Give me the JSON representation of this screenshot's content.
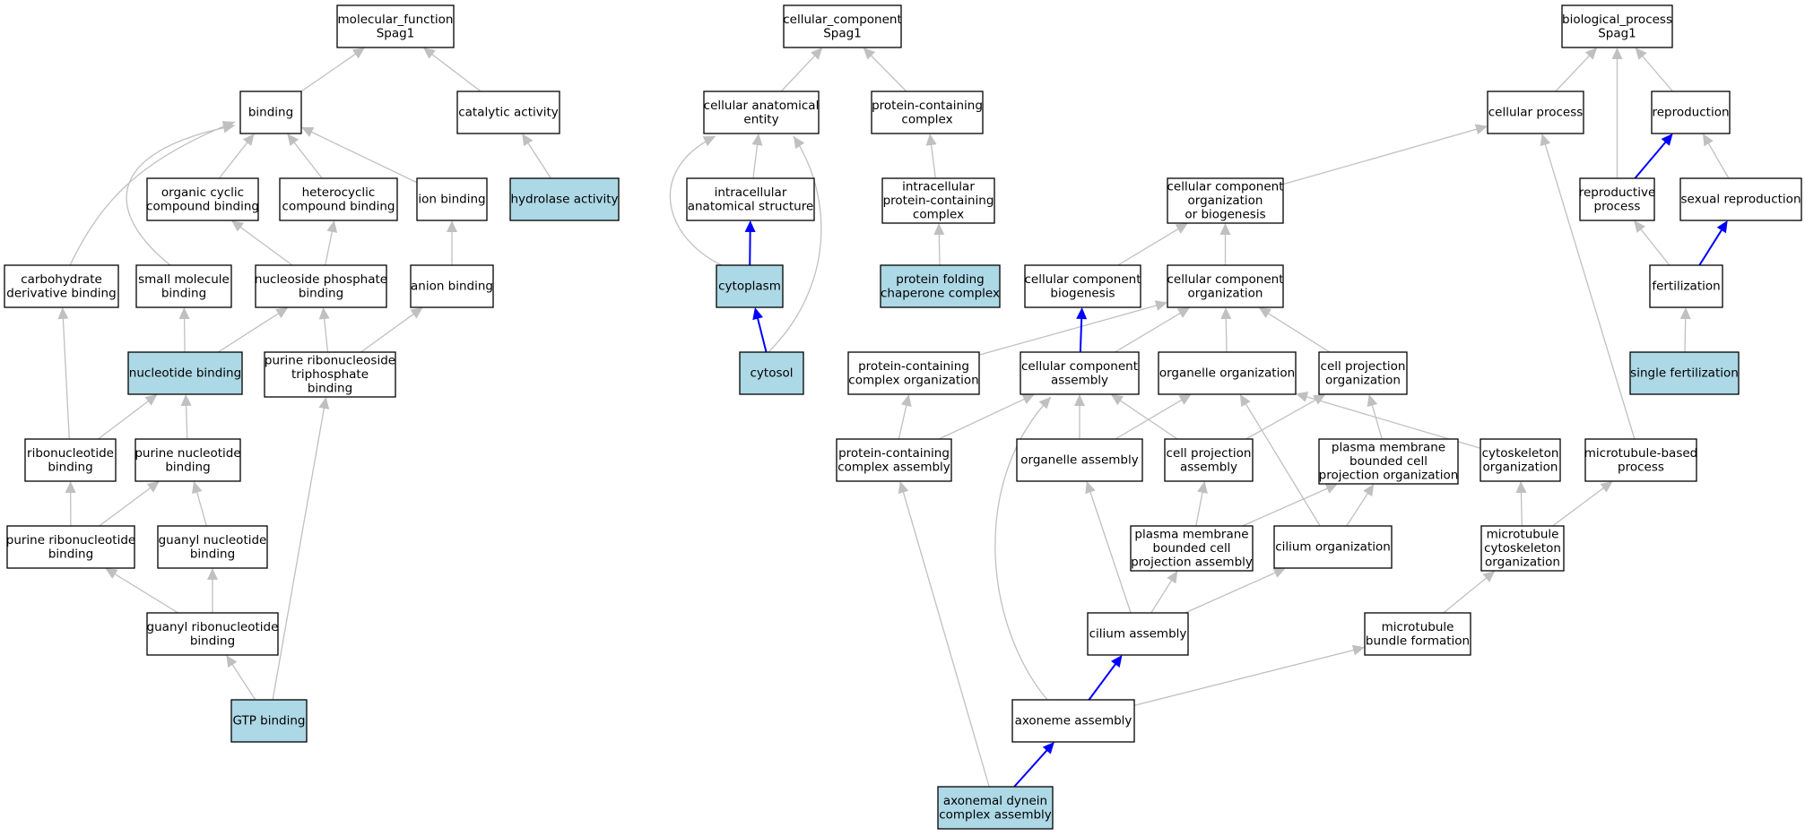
{
  "colors": {
    "highlight_fill": "#add8e6",
    "node_fill": "#ffffff",
    "edge_default": "#c0c0c0",
    "edge_direct": "#0000ff"
  },
  "nodes": [
    {
      "id": "mf",
      "lines": [
        "molecular_function",
        "Spag1"
      ]
    },
    {
      "id": "binding",
      "lines": [
        "binding"
      ]
    },
    {
      "id": "catalytic",
      "lines": [
        "catalytic activity"
      ]
    },
    {
      "id": "ocyclic",
      "lines": [
        "organic cyclic",
        "compound binding"
      ]
    },
    {
      "id": "hetero",
      "lines": [
        "heterocyclic",
        "compound binding"
      ]
    },
    {
      "id": "ion",
      "lines": [
        "ion binding"
      ]
    },
    {
      "id": "hydrolase",
      "lines": [
        "hydrolase activity"
      ],
      "highlight": true
    },
    {
      "id": "carb",
      "lines": [
        "carbohydrate",
        "derivative binding"
      ]
    },
    {
      "id": "smallmol",
      "lines": [
        "small molecule",
        "binding"
      ]
    },
    {
      "id": "nucphos",
      "lines": [
        "nucleoside phosphate",
        "binding"
      ]
    },
    {
      "id": "anion",
      "lines": [
        "anion binding"
      ]
    },
    {
      "id": "nucleotide",
      "lines": [
        "nucleotide binding"
      ],
      "highlight": true
    },
    {
      "id": "prntp",
      "lines": [
        "purine ribonucleoside",
        "triphosphate",
        "binding"
      ]
    },
    {
      "id": "ribonuc",
      "lines": [
        "ribonucleotide",
        "binding"
      ]
    },
    {
      "id": "purnuc",
      "lines": [
        "purine nucleotide",
        "binding"
      ]
    },
    {
      "id": "purribo",
      "lines": [
        "purine ribonucleotide",
        "binding"
      ]
    },
    {
      "id": "guanyl",
      "lines": [
        "guanyl nucleotide",
        "binding"
      ]
    },
    {
      "id": "guanylribo",
      "lines": [
        "guanyl ribonucleotide",
        "binding"
      ]
    },
    {
      "id": "gtp",
      "lines": [
        "GTP binding"
      ],
      "highlight": true
    },
    {
      "id": "cc",
      "lines": [
        "cellular_component",
        "Spag1"
      ]
    },
    {
      "id": "cae",
      "lines": [
        "cellular anatomical",
        "entity"
      ]
    },
    {
      "id": "pcc",
      "lines": [
        "protein-containing",
        "complex"
      ]
    },
    {
      "id": "ias",
      "lines": [
        "intracellular",
        "anatomical structure"
      ]
    },
    {
      "id": "ipcc",
      "lines": [
        "intracellular",
        "protein-containing",
        "complex"
      ]
    },
    {
      "id": "cytoplasm",
      "lines": [
        "cytoplasm"
      ],
      "highlight": true
    },
    {
      "id": "pfcc",
      "lines": [
        "protein folding",
        "chaperone complex"
      ],
      "highlight": true
    },
    {
      "id": "cytosol",
      "lines": [
        "cytosol"
      ],
      "highlight": true
    },
    {
      "id": "bp",
      "lines": [
        "biological_process",
        "Spag1"
      ]
    },
    {
      "id": "cellproc",
      "lines": [
        "cellular process"
      ]
    },
    {
      "id": "repro",
      "lines": [
        "reproduction"
      ]
    },
    {
      "id": "ccob",
      "lines": [
        "cellular component",
        "organization",
        "or biogenesis"
      ]
    },
    {
      "id": "reproproc",
      "lines": [
        "reproductive",
        "process"
      ]
    },
    {
      "id": "sexrepro",
      "lines": [
        "sexual reproduction"
      ]
    },
    {
      "id": "ccbio",
      "lines": [
        "cellular component",
        "biogenesis"
      ]
    },
    {
      "id": "ccorg",
      "lines": [
        "cellular component",
        "organization"
      ]
    },
    {
      "id": "fert",
      "lines": [
        "fertilization"
      ]
    },
    {
      "id": "pcco",
      "lines": [
        "protein-containing",
        "complex organization"
      ]
    },
    {
      "id": "cca",
      "lines": [
        "cellular component",
        "assembly"
      ]
    },
    {
      "id": "orgorg",
      "lines": [
        "organelle organization"
      ]
    },
    {
      "id": "cpo",
      "lines": [
        "cell projection",
        "organization"
      ]
    },
    {
      "id": "singlefert",
      "lines": [
        "single fertilization"
      ],
      "highlight": true
    },
    {
      "id": "pcca",
      "lines": [
        "protein-containing",
        "complex assembly"
      ]
    },
    {
      "id": "orgasm",
      "lines": [
        "organelle assembly"
      ]
    },
    {
      "id": "cpa",
      "lines": [
        "cell projection",
        "assembly"
      ]
    },
    {
      "id": "pmbcpo",
      "lines": [
        "plasma membrane",
        "bounded cell",
        "projection organization"
      ]
    },
    {
      "id": "cytoorg",
      "lines": [
        "cytoskeleton",
        "organization"
      ]
    },
    {
      "id": "mtbp",
      "lines": [
        "microtubule-based",
        "process"
      ]
    },
    {
      "id": "pmbcpa",
      "lines": [
        "plasma membrane",
        "bounded cell",
        "projection assembly"
      ]
    },
    {
      "id": "ciliumorg",
      "lines": [
        "cilium organization"
      ]
    },
    {
      "id": "mtco",
      "lines": [
        "microtubule",
        "cytoskeleton",
        "organization"
      ]
    },
    {
      "id": "ciliumasm",
      "lines": [
        "cilium assembly"
      ]
    },
    {
      "id": "mtbf",
      "lines": [
        "microtubule",
        "bundle formation"
      ]
    },
    {
      "id": "axoneme",
      "lines": [
        "axoneme assembly"
      ]
    },
    {
      "id": "adca",
      "lines": [
        "axonemal dynein",
        "complex assembly"
      ],
      "highlight": true
    }
  ],
  "edges": [
    {
      "from": "binding",
      "to": "mf"
    },
    {
      "from": "catalytic",
      "to": "mf"
    },
    {
      "from": "ocyclic",
      "to": "binding"
    },
    {
      "from": "hetero",
      "to": "binding"
    },
    {
      "from": "ion",
      "to": "binding"
    },
    {
      "from": "carb",
      "to": "binding"
    },
    {
      "from": "smallmol",
      "to": "binding"
    },
    {
      "from": "hydrolase",
      "to": "catalytic"
    },
    {
      "from": "nucphos",
      "to": "ocyclic"
    },
    {
      "from": "nucphos",
      "to": "hetero"
    },
    {
      "from": "anion",
      "to": "ion"
    },
    {
      "from": "nucleotide",
      "to": "smallmol"
    },
    {
      "from": "nucleotide",
      "to": "nucphos"
    },
    {
      "from": "prntp",
      "to": "nucphos"
    },
    {
      "from": "prntp",
      "to": "anion"
    },
    {
      "from": "ribonuc",
      "to": "carb"
    },
    {
      "from": "ribonuc",
      "to": "nucleotide"
    },
    {
      "from": "purnuc",
      "to": "nucleotide"
    },
    {
      "from": "purribo",
      "to": "ribonuc"
    },
    {
      "from": "purribo",
      "to": "purnuc"
    },
    {
      "from": "guanyl",
      "to": "purnuc"
    },
    {
      "from": "guanylribo",
      "to": "purribo"
    },
    {
      "from": "guanylribo",
      "to": "guanyl"
    },
    {
      "from": "gtp",
      "to": "guanylribo"
    },
    {
      "from": "gtp",
      "to": "prntp"
    },
    {
      "from": "cae",
      "to": "cc"
    },
    {
      "from": "pcc",
      "to": "cc"
    },
    {
      "from": "ias",
      "to": "cae"
    },
    {
      "from": "ipcc",
      "to": "pcc"
    },
    {
      "from": "cytoplasm",
      "to": "ias",
      "direct": true
    },
    {
      "from": "cytoplasm",
      "to": "cae"
    },
    {
      "from": "pfcc",
      "to": "ipcc"
    },
    {
      "from": "cytosol",
      "to": "cytoplasm",
      "direct": true
    },
    {
      "from": "cytosol",
      "to": "cae"
    },
    {
      "from": "cellproc",
      "to": "bp"
    },
    {
      "from": "repro",
      "to": "bp"
    },
    {
      "from": "reproproc",
      "to": "bp"
    },
    {
      "from": "reproproc",
      "to": "repro",
      "direct": true
    },
    {
      "from": "sexrepro",
      "to": "repro"
    },
    {
      "from": "ccob",
      "to": "cellproc"
    },
    {
      "from": "ccbio",
      "to": "ccob"
    },
    {
      "from": "ccorg",
      "to": "ccob"
    },
    {
      "from": "fert",
      "to": "reproproc"
    },
    {
      "from": "fert",
      "to": "sexrepro",
      "direct": true
    },
    {
      "from": "singlefert",
      "to": "fert"
    },
    {
      "from": "pcco",
      "to": "ccorg"
    },
    {
      "from": "cca",
      "to": "ccbio",
      "direct": true
    },
    {
      "from": "cca",
      "to": "ccorg"
    },
    {
      "from": "orgorg",
      "to": "ccorg"
    },
    {
      "from": "cpo",
      "to": "ccorg"
    },
    {
      "from": "pcca",
      "to": "pcco"
    },
    {
      "from": "pcca",
      "to": "cca"
    },
    {
      "from": "orgasm",
      "to": "cca"
    },
    {
      "from": "orgasm",
      "to": "orgorg"
    },
    {
      "from": "cpa",
      "to": "cca"
    },
    {
      "from": "cpa",
      "to": "cpo"
    },
    {
      "from": "pmbcpo",
      "to": "cpo"
    },
    {
      "from": "cytoorg",
      "to": "orgorg"
    },
    {
      "from": "mtbp",
      "to": "cellproc"
    },
    {
      "from": "pmbcpa",
      "to": "cpa"
    },
    {
      "from": "pmbcpa",
      "to": "pmbcpo"
    },
    {
      "from": "ciliumorg",
      "to": "orgorg"
    },
    {
      "from": "ciliumorg",
      "to": "pmbcpo"
    },
    {
      "from": "mtco",
      "to": "cytoorg"
    },
    {
      "from": "mtco",
      "to": "mtbp"
    },
    {
      "from": "ciliumasm",
      "to": "orgasm"
    },
    {
      "from": "ciliumasm",
      "to": "pmbcpa"
    },
    {
      "from": "ciliumasm",
      "to": "ciliumorg"
    },
    {
      "from": "mtbf",
      "to": "mtco"
    },
    {
      "from": "axoneme",
      "to": "ciliumasm",
      "direct": true
    },
    {
      "from": "axoneme",
      "to": "mtbf"
    },
    {
      "from": "axoneme",
      "to": "cca"
    },
    {
      "from": "adca",
      "to": "axoneme",
      "direct": true
    },
    {
      "from": "adca",
      "to": "pcca"
    }
  ]
}
